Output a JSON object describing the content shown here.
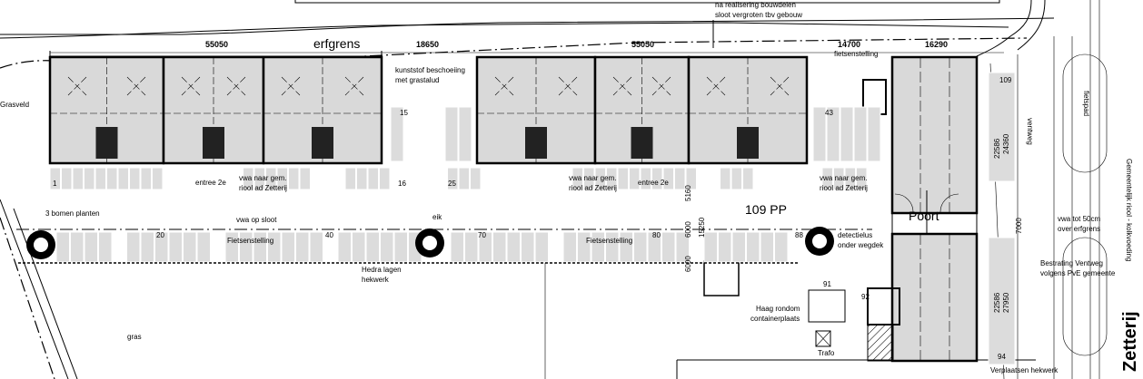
{
  "notes": {
    "top_note_1": "na realisering bouwdelen",
    "top_note_2": "sloot vergroten tbv gebouw",
    "boundary": "erfgrens",
    "embankment_1": "kunststof beschoeiing",
    "embankment_2": "met grastalud",
    "bike_storage_top": "fietsenstelling",
    "grass_field": "Grasveld",
    "entrance_a": "entree 2e",
    "entrance_b": "entree 2e",
    "sewer_a_1": "vwa naar gem.",
    "sewer_a_2": "riool ad Zetterij",
    "sewer_b_1": "vwa naar gem.",
    "sewer_b_2": "riool ad Zetterij",
    "sewer_c_1": "vwa naar gem.",
    "sewer_c_2": "riool ad Zetterij",
    "trees": "3 bomen planten",
    "ditch": "vwa op sloot",
    "bike_storage_1": "Fietsenstelling",
    "bike_storage_2": "Fietsenstelling",
    "oak": "eik",
    "detection_1": "detectielus",
    "detection_2": "onder wegdek",
    "fence_1": "Hedra lagen",
    "fence_2": "hekwerk",
    "parking_total": "109 PP",
    "gate": "Poort",
    "overhang_1": "vwa tot 50cm",
    "overhang_2": "over erfgrens",
    "hedge_1": "Haag rondom",
    "hedge_2": "containerplaats",
    "grass": "gras",
    "transformer": "Trafo",
    "move_fence": "Verplaatsen hekwerk",
    "paving_1": "Bestrating Ventweg",
    "paving_2": "volgens PvE gemeente",
    "street": "Zetterij",
    "service_road": "ventweg",
    "cycle_path": "fietspad",
    "municipal_sewer": "Gemeentelijk riool - kolkvoeding"
  },
  "dimensions": {
    "d1": "55050",
    "d2": "18650",
    "d3": "55050",
    "d4": "14700",
    "d5": "16290",
    "v1": "5160",
    "v2": "6000",
    "v3": "6000",
    "v4": "15250",
    "v5": "7000",
    "v6": "22586",
    "v7": "24360",
    "v8": "22586",
    "v9": "27950"
  },
  "parking_numbers": {
    "p1": "1",
    "p15": "15",
    "p16": "16",
    "p25": "25",
    "p43": "43",
    "p109": "109",
    "p20": "20",
    "p40": "40",
    "p70": "70",
    "p80": "80",
    "p88": "88",
    "p91": "91",
    "p92": "92",
    "p94": "94"
  }
}
